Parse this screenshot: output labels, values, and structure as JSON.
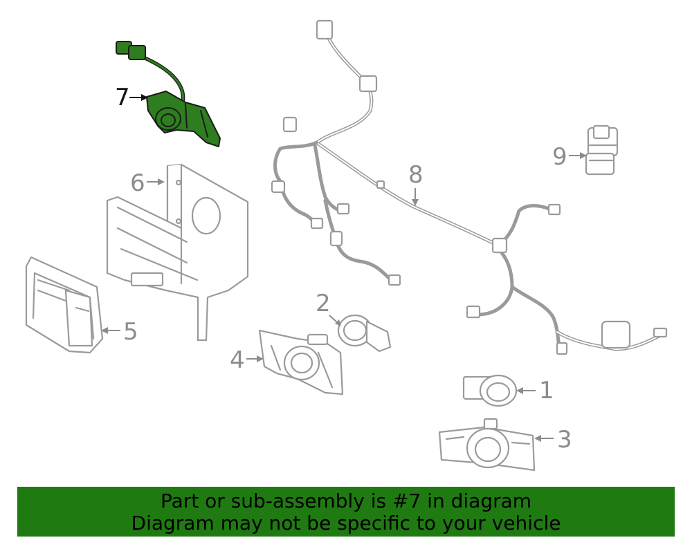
{
  "highlighted_part": "7",
  "callouts": [
    {
      "id": "1",
      "label": "1"
    },
    {
      "id": "2",
      "label": "2"
    },
    {
      "id": "3",
      "label": "3"
    },
    {
      "id": "4",
      "label": "4"
    },
    {
      "id": "5",
      "label": "5"
    },
    {
      "id": "6",
      "label": "6"
    },
    {
      "id": "7",
      "label": "7"
    },
    {
      "id": "8",
      "label": "8"
    },
    {
      "id": "9",
      "label": "9"
    }
  ],
  "colors": {
    "banner": "#1f7a12",
    "highlight": "#2e7d1e",
    "outline": "#9a9a9a"
  },
  "banner": {
    "line1": "Part or sub-assembly is #7 in diagram",
    "line2": "Diagram may not be specific to your vehicle"
  }
}
